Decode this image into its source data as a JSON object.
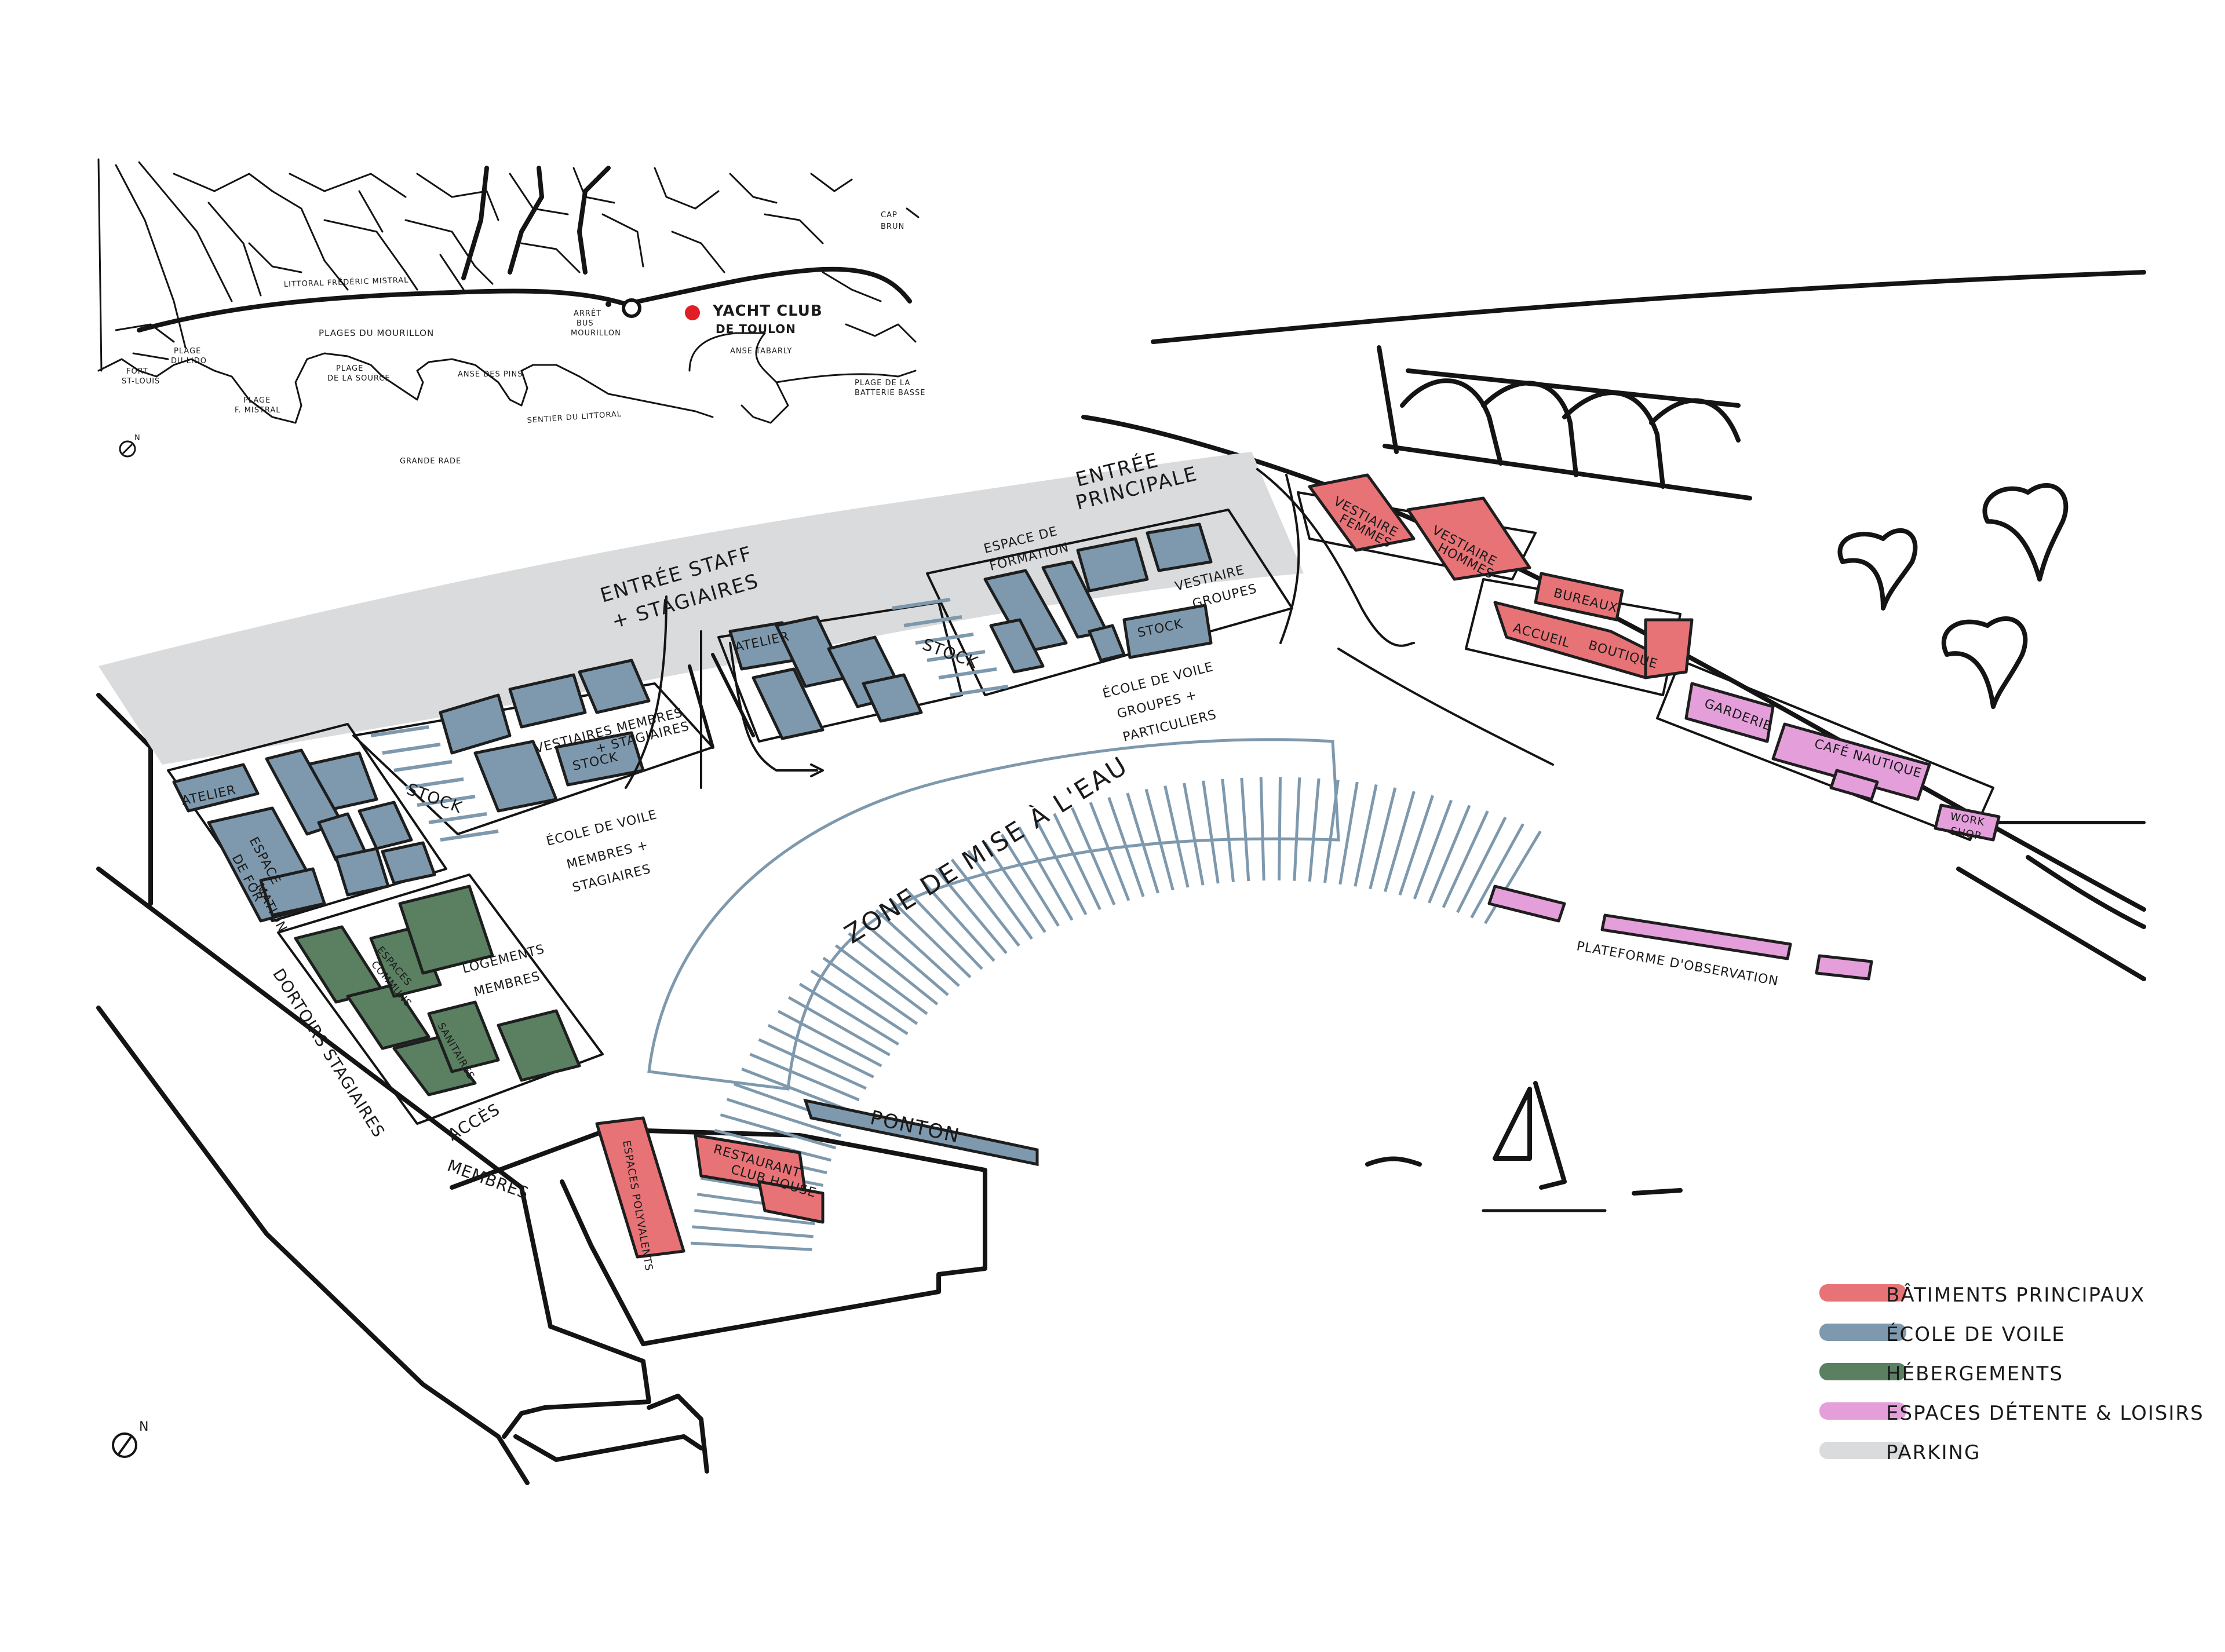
{
  "colors": {
    "principal": "#e77377",
    "ecole": "#7e99ad",
    "hebergement": "#5a7f61",
    "detente": "#e49fdb",
    "parking": "#d9dbdd",
    "ink": "#141414",
    "highlight": "#e01e25"
  },
  "locator_map": {
    "yacht_club": "YACHT CLUB",
    "de_toulon": "DE TOULON",
    "labels": {
      "cap": "CAP",
      "brun": "BRUN",
      "littoral_frederic_mistral": "LITTORAL FRÉDÉRIC MISTRAL",
      "plages_du_mourillon": "PLAGES DU MOURILLON",
      "arret_bus_mourillon": "ARRÊT",
      "arret_bus_2": "BUS",
      "arret_bus_3": "MOURILLON",
      "anse_tabarly": "ANSE TABARLY",
      "plage_batterie_basse_1": "PLAGE DE LA",
      "plage_batterie_basse_2": "BATTERIE BASSE",
      "fort_st_louis_1": "FORT",
      "fort_st_louis_2": "ST-LOUIS",
      "plage_du_lido_1": "PLAGE",
      "plage_du_lido_2": "DU LIDO",
      "plage_mistral_1": "PLAGE",
      "plage_mistral_2": "F. MISTRAL",
      "plage_source_1": "PLAGE",
      "plage_source_2": "DE LA SOURCE",
      "anse_des_pins": "ANSE DES PINS",
      "sentier_du_littoral": "SENTIER DU LITTORAL",
      "grande_rade": "GRANDE RADE",
      "north": "N"
    }
  },
  "plan_labels": {
    "entree_staff_1": "ENTRÉE STAFF",
    "entree_staff_2": "+ STAGIAIRES",
    "entree_principale_1": "ENTRÉE",
    "entree_principale_2": "PRINCIPALE",
    "atelier_w": "ATELIER",
    "espace_formation_w_1": "ESPACE",
    "espace_formation_w_2": "DE FOR",
    "espace_formation_w_3": "MATION",
    "stock_w": "STOCK",
    "vestiaires_membres_1": "VESTIAIRES MEMBRES",
    "vestiaires_membres_2": "+ STAGIAIRES",
    "stock_mid": "STOCK",
    "ecole_membres_1": "ÉCOLE DE VOILE",
    "ecole_membres_2": "MEMBRES +",
    "ecole_membres_3": "STAGIAIRES",
    "atelier_e": "ATELIER",
    "stock_e": "STOCK",
    "espace_formation_e_1": "ESPACE DE",
    "espace_formation_e_2": "FORMATION",
    "vestiaire_groupes_1": "VESTIAIRE",
    "vestiaire_groupes_2": "GROUPES",
    "stock_e2": "STOCK",
    "ecole_groupes_1": "ÉCOLE DE VOILE",
    "ecole_groupes_2": "GROUPES +",
    "ecole_groupes_3": "PARTICULIERS",
    "vestiaire_femmes_1": "VESTIAIRE",
    "vestiaire_femmes_2": "FEMMES",
    "vestiaire_hommes_1": "VESTIAIRE",
    "vestiaire_hommes_2": "HOMMES",
    "bureaux": "BUREAUX",
    "accueil": "ACCUEIL",
    "boutique": "BOUTIQUE",
    "garderie": "GARDERIE",
    "cafe_nautique": "CAFÉ NAUTIQUE",
    "work_shop_1": "WORK",
    "work_shop_2": "SHOP",
    "plateforme": "PLATEFORME D'OBSERVATION",
    "zone_mise_a_leau": "ZONE DE MISE À L'EAU",
    "ponton": "PONTON",
    "restaurant_1": "RESTAURANT",
    "restaurant_2": "CLUB HOUSE",
    "espaces_polyvalents": "ESPACES POLYVALENTS",
    "logements_membres_1": "LOGEMENTS",
    "logements_membres_2": "MEMBRES",
    "espaces_communs_1": "ESPACES",
    "espaces_communs_2": "COMMUNS",
    "sanitaires": "SANITAIRES",
    "dortoirs": "DORTOIRS STAGIAIRES",
    "acces_membres_1": "ACCÈS",
    "acces_membres_2": "MEMBRES",
    "north": "N"
  },
  "legend": [
    {
      "label": "BÂTIMENTS PRINCIPAUX",
      "color": "#e77377"
    },
    {
      "label": "ÉCOLE DE VOILE",
      "color": "#7e99ad"
    },
    {
      "label": "HÉBERGEMENTS",
      "color": "#5a7f61"
    },
    {
      "label": "ESPACES DÉTENTE & LOISIRS",
      "color": "#e49fdb"
    },
    {
      "label": "PARKING",
      "color": "#d9dbdd"
    }
  ]
}
